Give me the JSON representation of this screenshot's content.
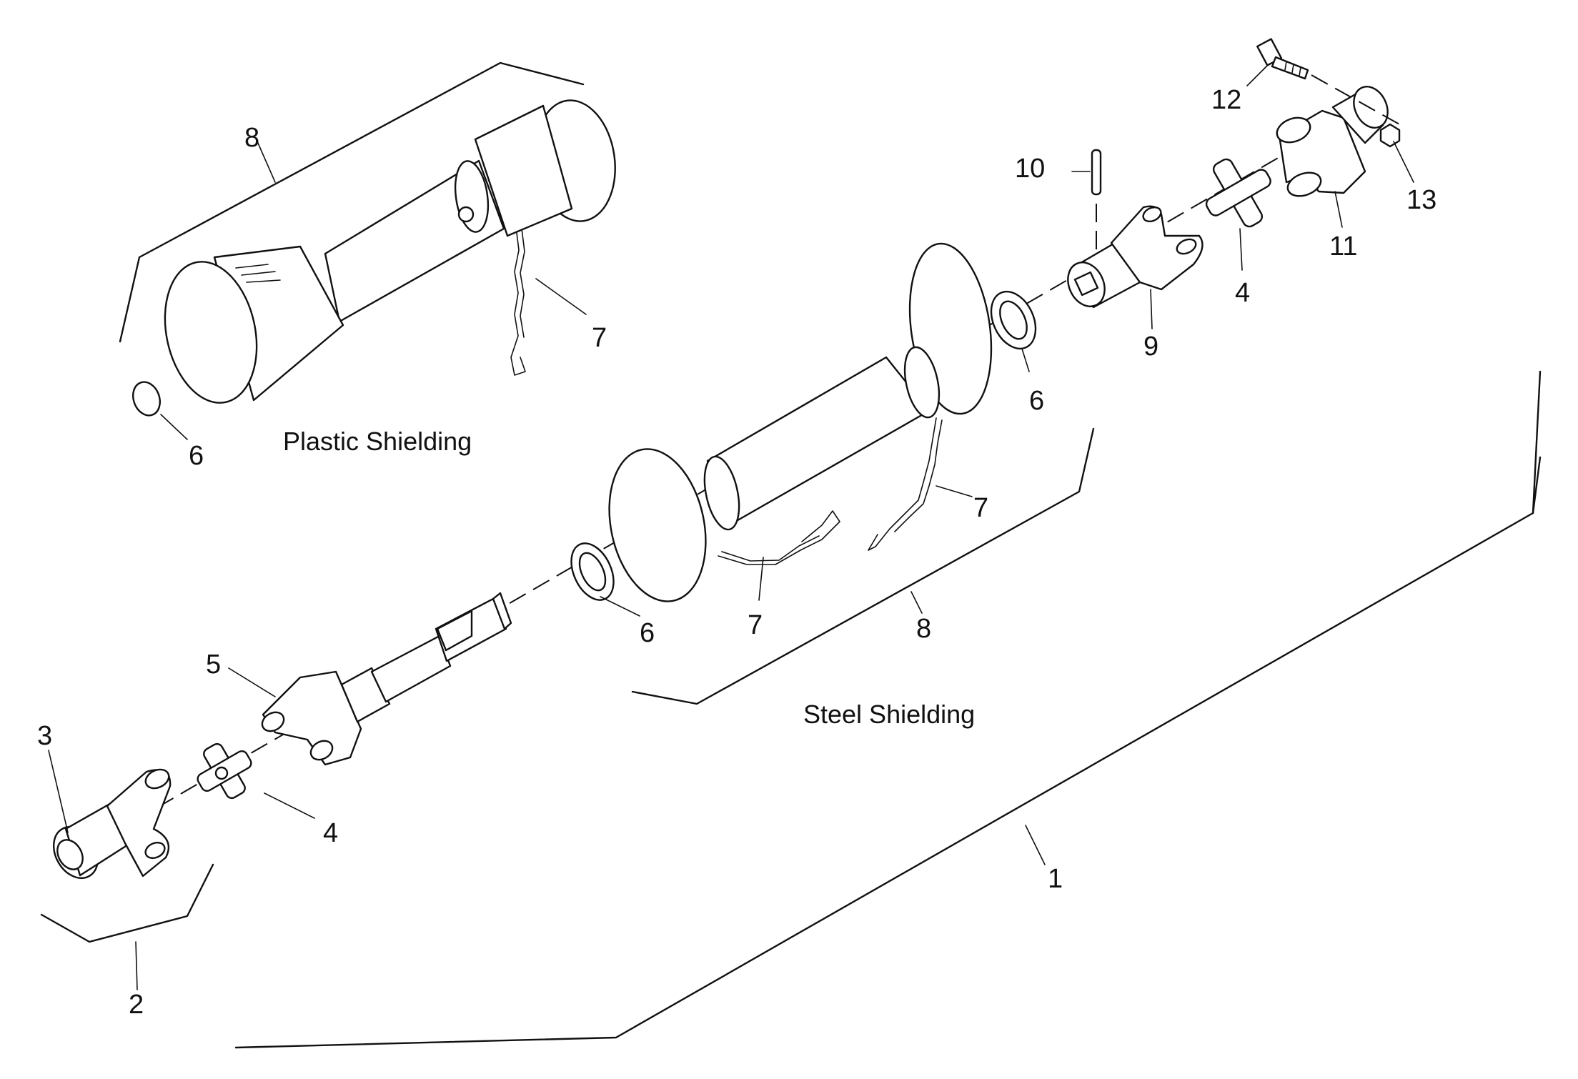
{
  "captions": {
    "plastic": "Plastic Shielding",
    "steel": "Steel Shielding"
  },
  "callouts": {
    "c1": "1",
    "c2": "2",
    "c3": "3",
    "c4a": "4",
    "c4b": "4",
    "c5": "5",
    "c6a": "6",
    "c6b": "6",
    "c6c": "6",
    "c7a": "7",
    "c7b": "7",
    "c7c": "7",
    "c8a": "8",
    "c8b": "8",
    "c9": "9",
    "c10": "10",
    "c11": "11",
    "c12": "12",
    "c13": "13"
  }
}
